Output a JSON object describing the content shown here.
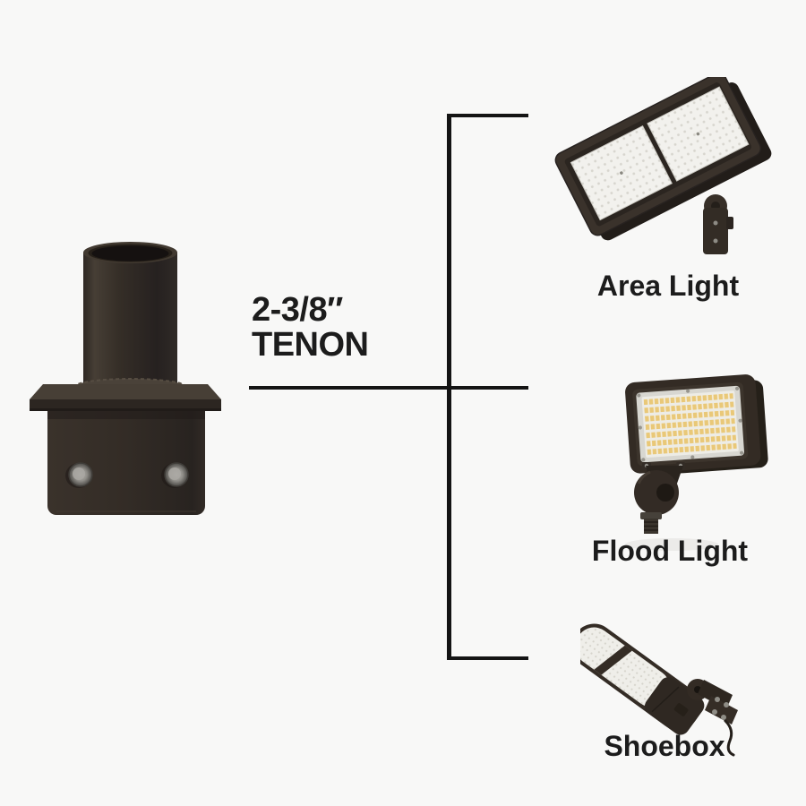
{
  "page": {
    "background_color": "#f8f8f7",
    "text_color": "#1c1c1c",
    "connector_color": "#141414"
  },
  "tenon_label": {
    "line1": "2-3/8″",
    "line2": "TENON"
  },
  "tenon_illustration": {
    "name": "square-pole-tenon-adapter",
    "housing_color": "#332c26",
    "metal_color": "#908e89"
  },
  "compatible_lights": [
    {
      "name": "area-light",
      "label": "Area Light"
    },
    {
      "name": "flood-light",
      "label": "Flood Light"
    },
    {
      "name": "shoebox",
      "label": "Shoebox"
    }
  ]
}
